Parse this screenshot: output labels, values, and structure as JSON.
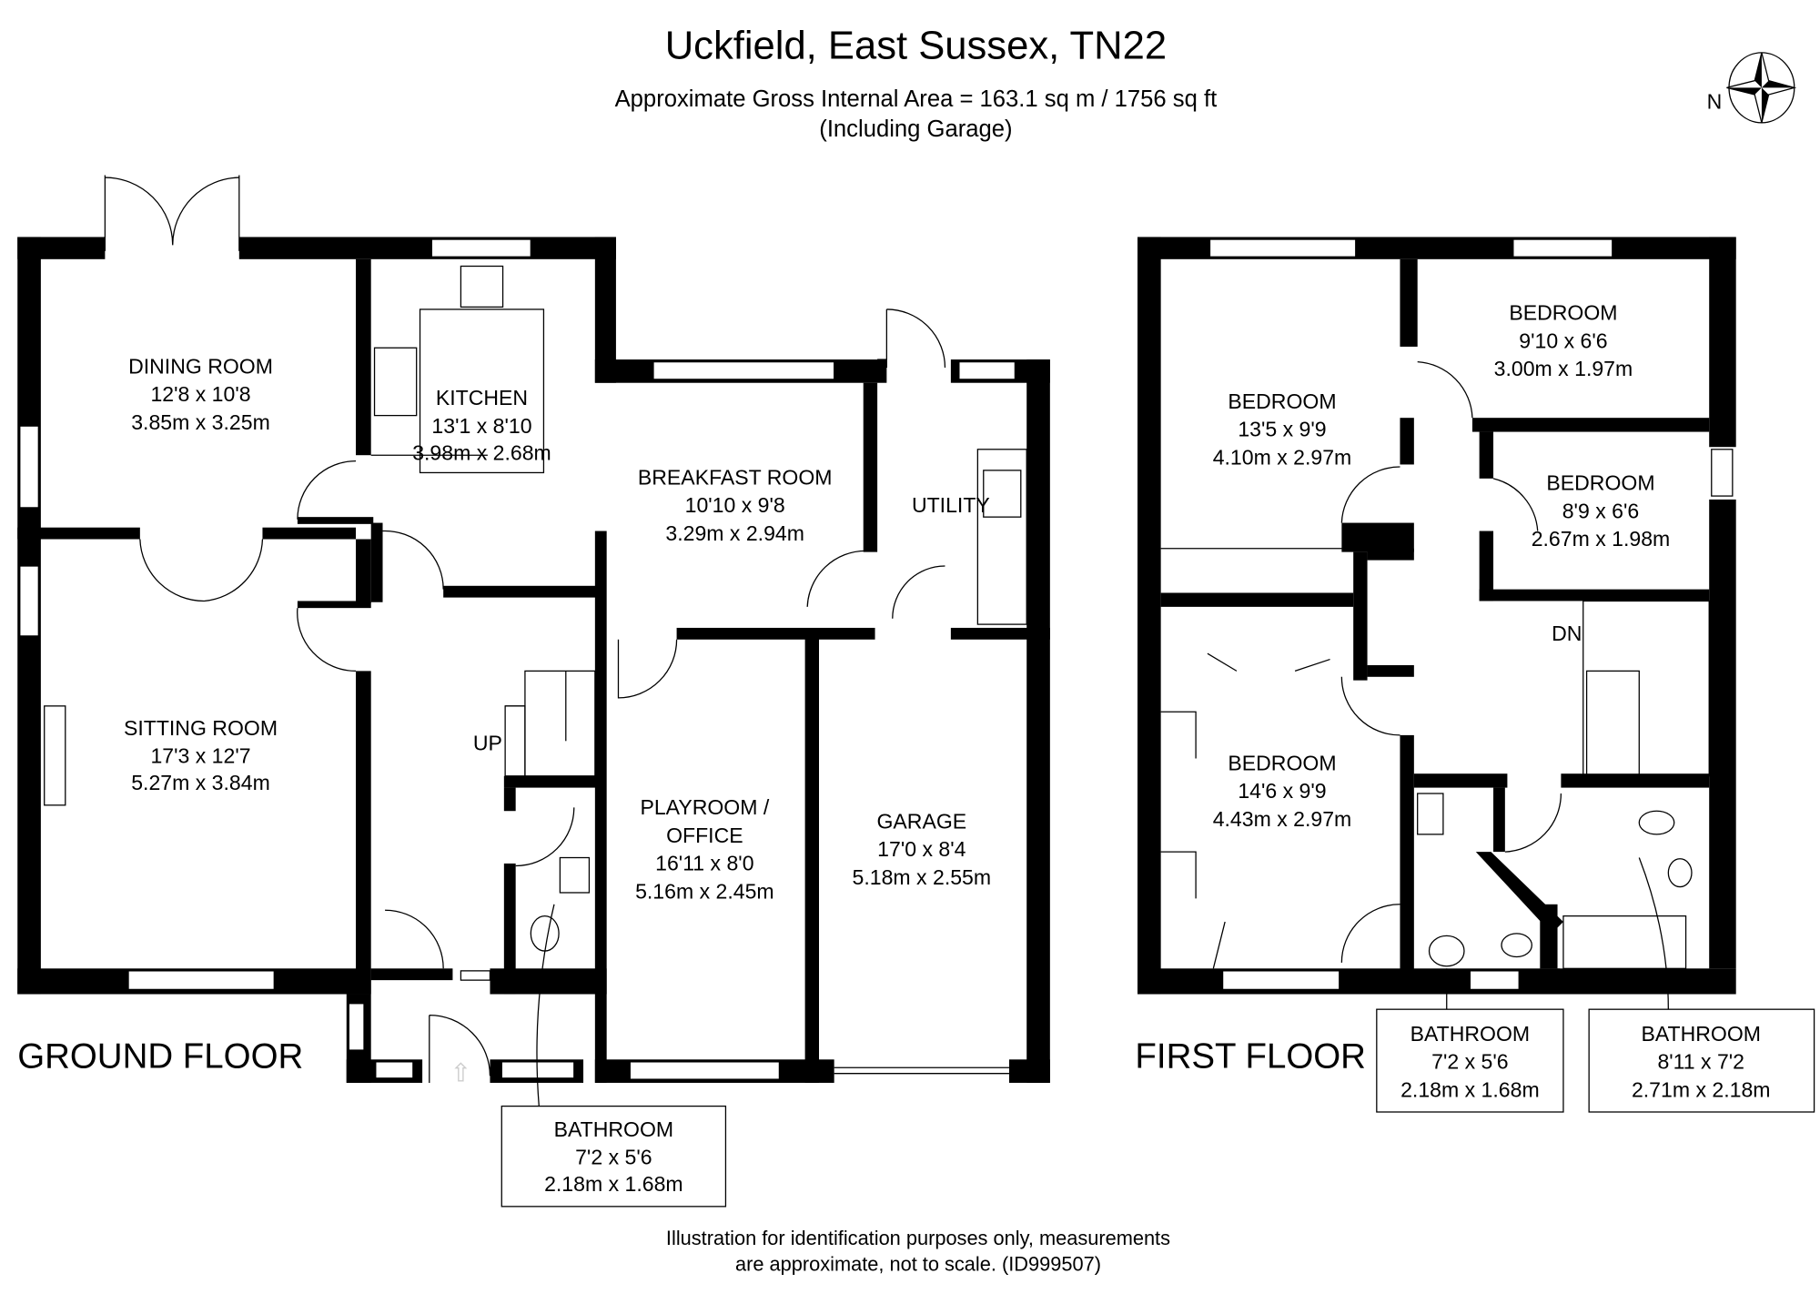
{
  "header": {
    "title": "Uckfield, East Sussex, TN22",
    "area": "Approximate Gross Internal Area = 163.1 sq m / 1756 sq ft",
    "area_note": "(Including Garage)",
    "compass_label": "N"
  },
  "ground_floor": {
    "label": "GROUND FLOOR",
    "stairs_label": "UP",
    "rooms": [
      {
        "name": "DINING ROOM",
        "imperial": "12'8 x 10'8",
        "metric": "3.85m x 3.25m"
      },
      {
        "name": "KITCHEN",
        "imperial": "13'1 x 8'10",
        "metric": "3.98m x 2.68m"
      },
      {
        "name": "BREAKFAST ROOM",
        "imperial": "10'10 x 9'8",
        "metric": "3.29m x 2.94m"
      },
      {
        "name": "UTILITY"
      },
      {
        "name": "SITTING ROOM",
        "imperial": "17'3 x 12'7",
        "metric": "5.27m x 3.84m"
      },
      {
        "name": "PLAYROOM /",
        "name2": "OFFICE",
        "imperial": "16'11 x 8'0",
        "metric": "5.16m x 2.45m"
      },
      {
        "name": "GARAGE",
        "imperial": "17'0 x 8'4",
        "metric": "5.18m x 2.55m"
      },
      {
        "name": "BATHROOM",
        "imperial": "7'2 x 5'6",
        "metric": "2.18m x 1.68m"
      }
    ]
  },
  "first_floor": {
    "label": "FIRST FLOOR",
    "stairs_label": "DN",
    "rooms": [
      {
        "name": "BEDROOM",
        "imperial": "13'5 x 9'9",
        "metric": "4.10m x 2.97m"
      },
      {
        "name": "BEDROOM",
        "imperial": "9'10 x 6'6",
        "metric": "3.00m x 1.97m"
      },
      {
        "name": "BEDROOM",
        "imperial": "8'9 x 6'6",
        "metric": "2.67m x 1.98m"
      },
      {
        "name": "BEDROOM",
        "imperial": "14'6 x 9'9",
        "metric": "4.43m x 2.97m"
      },
      {
        "name": "BATHROOM",
        "imperial": "7'2 x 5'6",
        "metric": "2.18m x 1.68m"
      },
      {
        "name": "BATHROOM",
        "imperial": "8'11 x 7'2",
        "metric": "2.71m x 2.18m"
      }
    ]
  },
  "footer": {
    "line1": "Illustration for identification purposes only, measurements",
    "line2": "are approximate, not to scale.  (ID999507)"
  }
}
